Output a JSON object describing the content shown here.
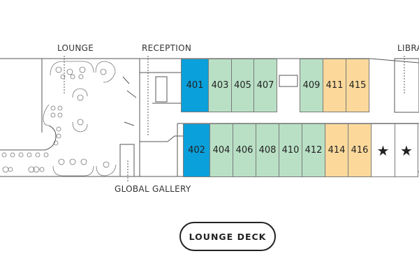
{
  "labels": {
    "lounge": "LOUNGE",
    "reception": "RECEPTION",
    "library": "LIBRA",
    "global_gallery": "GLOBAL GALLERY"
  },
  "deck_button": "LOUNGE DECK",
  "colors": {
    "blue": "#0aa0dc",
    "green": "#b9e0c5",
    "yellow": "#fcd99b",
    "white": "#ffffff"
  },
  "top_row": [
    {
      "number": "401",
      "category": "blue"
    },
    {
      "number": "403",
      "category": "green"
    },
    {
      "number": "405",
      "category": "green"
    },
    {
      "number": "407",
      "category": "green"
    },
    {
      "number": "409",
      "category": "green"
    },
    {
      "number": "411",
      "category": "yellow"
    },
    {
      "number": "415",
      "category": "yellow"
    }
  ],
  "bottom_row": [
    {
      "number": "402",
      "category": "blue"
    },
    {
      "number": "404",
      "category": "green"
    },
    {
      "number": "406",
      "category": "green"
    },
    {
      "number": "408",
      "category": "green"
    },
    {
      "number": "410",
      "category": "green"
    },
    {
      "number": "412",
      "category": "green"
    },
    {
      "number": "414",
      "category": "yellow"
    },
    {
      "number": "416",
      "category": "yellow"
    },
    {
      "number": "★",
      "category": "white"
    },
    {
      "number": "★",
      "category": "white"
    }
  ]
}
